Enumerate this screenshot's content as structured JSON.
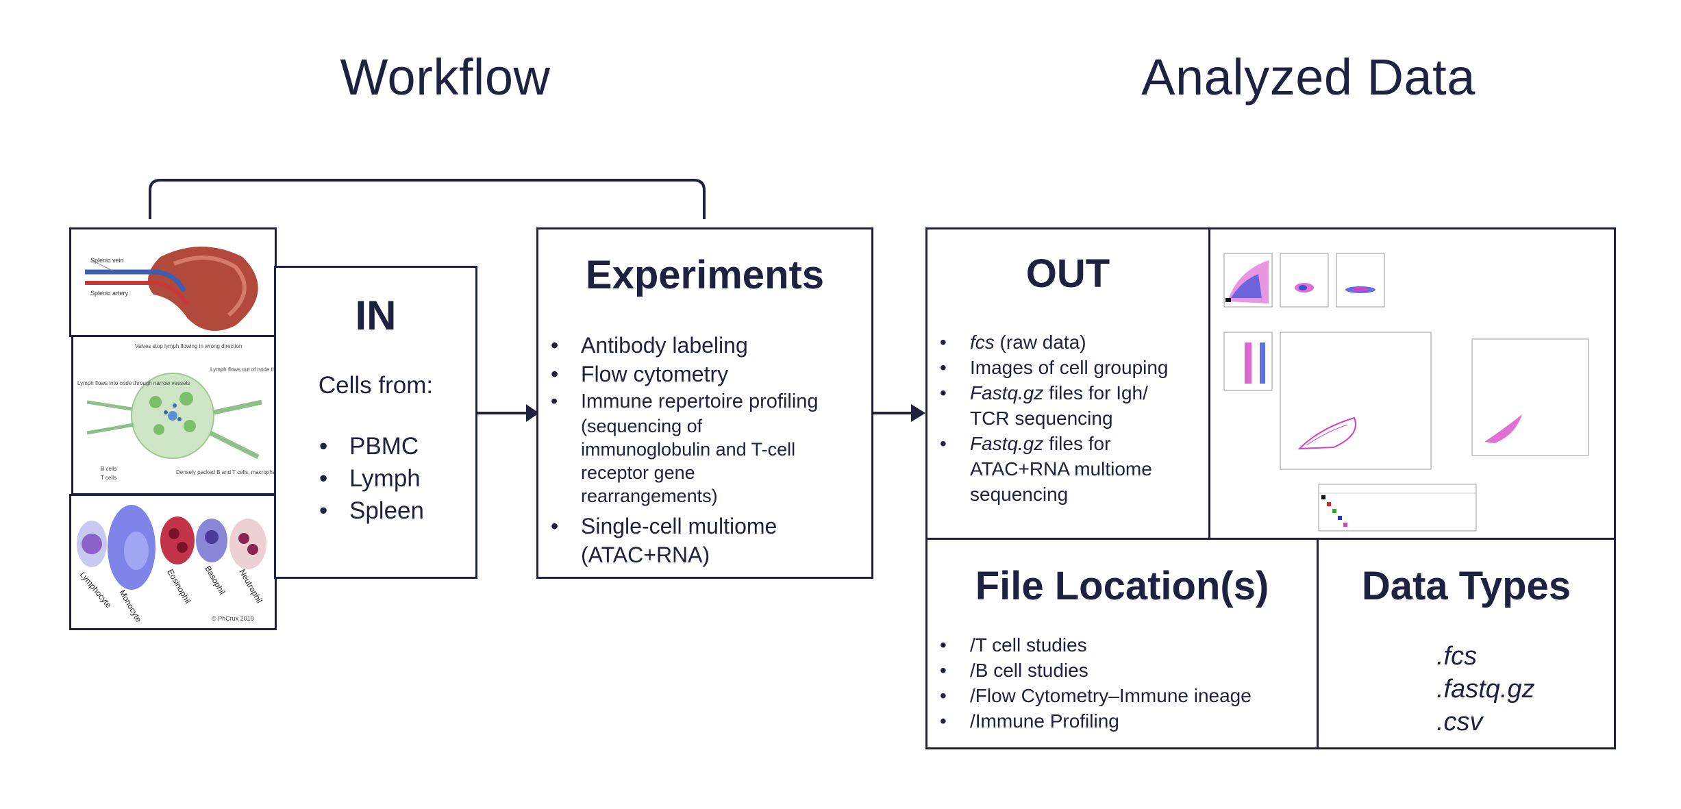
{
  "headings": {
    "workflow": "Workflow",
    "analyzed": "Analyzed Data"
  },
  "in_box": {
    "title": "IN",
    "subtitle": "Cells from:",
    "items": [
      "PBMC",
      "Lymph",
      "Spleen"
    ]
  },
  "images": {
    "spleen": {
      "label_vein": "Splenic vein",
      "label_artery": "Splenic artery"
    },
    "lymph": {
      "label_valves": "Valves stop lymph flowing in wrong direction",
      "label_narrow": "Lymph flows into node through narrow vessels",
      "label_out": "Lymph flows out of node through wide vessels",
      "label_bcells": "B cells",
      "label_tcells": "T cells",
      "label_dense": "Densely packed B and T cells, macrophages and plasma cells"
    },
    "cells": {
      "labels": [
        "Lymphocyte",
        "Monocyte",
        "Eosinophil",
        "Basophil",
        "Neutrophil"
      ],
      "credit": "© PhCrux 2019"
    }
  },
  "experiments": {
    "title": "Experiments",
    "items": [
      {
        "main": "Antibody labeling"
      },
      {
        "main": "Flow cytometry"
      },
      {
        "main": "Immune repertoire profiling",
        "sub": [
          "(sequencing of",
          "immunoglobulin and T-cell",
          "receptor gene",
          "rearrangements)"
        ]
      },
      {
        "main": "Single-cell multiome",
        "sub_main": "(ATAC+RNA)"
      }
    ]
  },
  "out": {
    "title": "OUT",
    "items": [
      {
        "italic": "fcs",
        "rest": " (raw data)"
      },
      {
        "italic": "",
        "rest": "Images of cell grouping"
      },
      {
        "italic": "Fastq.gz",
        "rest": " files for Igh/",
        "line2": "TCR sequencing"
      },
      {
        "italic": "Fastq.gz",
        "rest": " files for",
        "line2": "ATAC+RNA multiome",
        "line3": "sequencing"
      }
    ]
  },
  "file_locations": {
    "title": "File Location(s)",
    "items": [
      "/T cell studies",
      "/B cell studies",
      "/Flow Cytometry–Immune ineage",
      "/Immune Profiling"
    ]
  },
  "data_types": {
    "title": "Data Types",
    "items": [
      ".fcs",
      ".fastq.gz",
      ".csv"
    ]
  },
  "colors": {
    "ink": "#1e2140",
    "magenta": "#d640c8",
    "blue": "#3b4ed8"
  }
}
